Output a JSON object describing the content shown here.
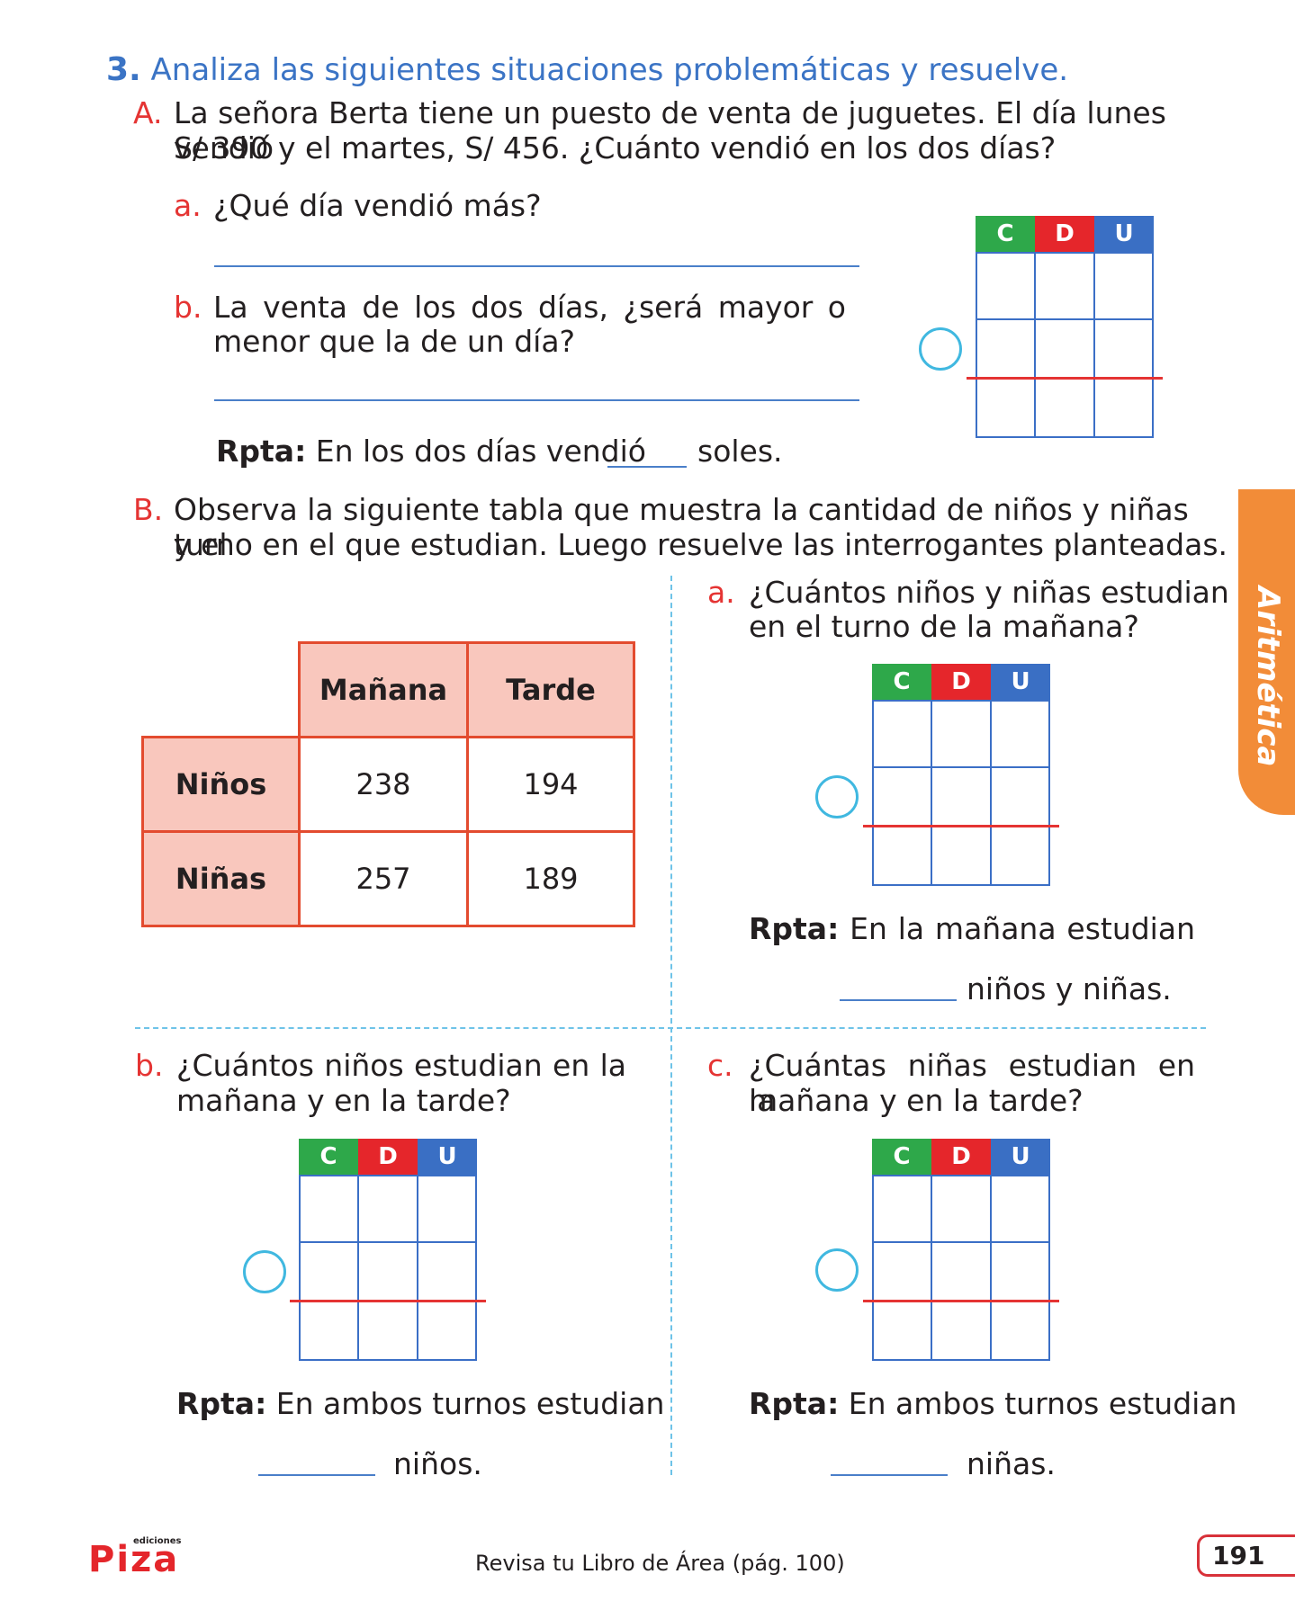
{
  "exercise": {
    "number": "3.",
    "instruction": "Analiza las siguientes situaciones problemáticas y resuelve."
  },
  "partA": {
    "letter": "A.",
    "line1": "La señora Berta tiene un puesto de venta de juguetes. El día lunes vendió",
    "line2": "S/ 390 y el martes, S/ 456. ¿Cuánto vendió en los dos días?",
    "qa_letter": "a.",
    "qa_text": "¿Qué día vendió más?",
    "qb_letter": "b.",
    "qb_line1": "La venta de los dos días, ¿será mayor o",
    "qb_line2": "menor que la de un día?",
    "rpta_label": "Rpta:",
    "rpta_before": "En los dos días vendió",
    "rpta_after": "soles."
  },
  "cdu_headers": {
    "c": "C",
    "d": "D",
    "u": "U"
  },
  "partB": {
    "letter": "B.",
    "line1": "Observa la siguiente tabla que muestra la cantidad de niños y niñas y el",
    "line2": "turno en el que estudian. Luego resuelve las interrogantes planteadas.",
    "table": {
      "columns": [
        "Mañana",
        "Tarde"
      ],
      "rows": [
        {
          "label": "Niños",
          "values": [
            "238",
            "194"
          ]
        },
        {
          "label": "Niñas",
          "values": [
            "257",
            "189"
          ]
        }
      ]
    },
    "qa": {
      "letter": "a.",
      "line1": "¿Cuántos niños y niñas estudian",
      "line2": "en el turno de la mañana?",
      "rpta_label": "Rpta:",
      "rpta_line1": "En la mañana estudian",
      "rpta_after": "niños y niñas."
    },
    "qb": {
      "letter": "b.",
      "line1": "¿Cuántos niños estudian en la",
      "line2": "mañana y en la tarde?",
      "rpta_label": "Rpta:",
      "rpta_line1": "En ambos turnos estudian",
      "rpta_after": "niños."
    },
    "qc": {
      "letter": "c.",
      "line1": "¿Cuántas niñas estudian en la",
      "line2": "mañana y en la tarde?",
      "rpta_label": "Rpta:",
      "rpta_line1": "En ambos turnos estudian",
      "rpta_after": "niñas."
    }
  },
  "side_tab": "Aritmética",
  "footer": {
    "logo_small": "ediciones",
    "logo": "Piza",
    "review": "Revisa tu Libro de Área (pág. 100)",
    "page": "191"
  },
  "colors": {
    "c": "#2ea84a",
    "d": "#e5262b",
    "u": "#3a6fc4",
    "accent": "#3b74c5",
    "red": "#e53433",
    "tab": "#f28c38"
  }
}
